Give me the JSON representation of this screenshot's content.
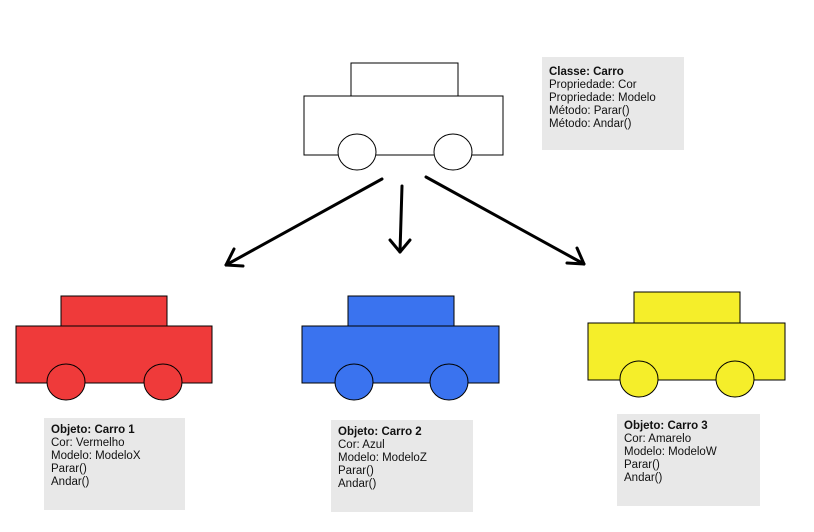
{
  "colors": {
    "class_car": "#ffffff",
    "car1": "#ef3a3a",
    "car2": "#3a73ef",
    "car3": "#f5ee2a",
    "outline": "#000000",
    "info_bg": "#e8e8e8"
  },
  "class_box": {
    "title": "Classe: Carro",
    "lines": [
      "Propriedade: Cor",
      "Propriedade: Modelo",
      "Método: Parar()",
      "Método: Andar()"
    ]
  },
  "objects": [
    {
      "title": "Objeto: Carro 1",
      "lines": [
        "Cor: Vermelho",
        "Modelo: ModeloX",
        "Parar()",
        "Andar()"
      ]
    },
    {
      "title": "Objeto: Carro 2",
      "lines": [
        "Cor: Azul",
        "Modelo: ModeloZ",
        "Parar()",
        "Andar()"
      ]
    },
    {
      "title": "Objeto: Carro 3",
      "lines": [
        "Cor: Amarelo",
        "Modelo: ModeloW",
        "Parar()",
        "Andar()"
      ]
    }
  ]
}
